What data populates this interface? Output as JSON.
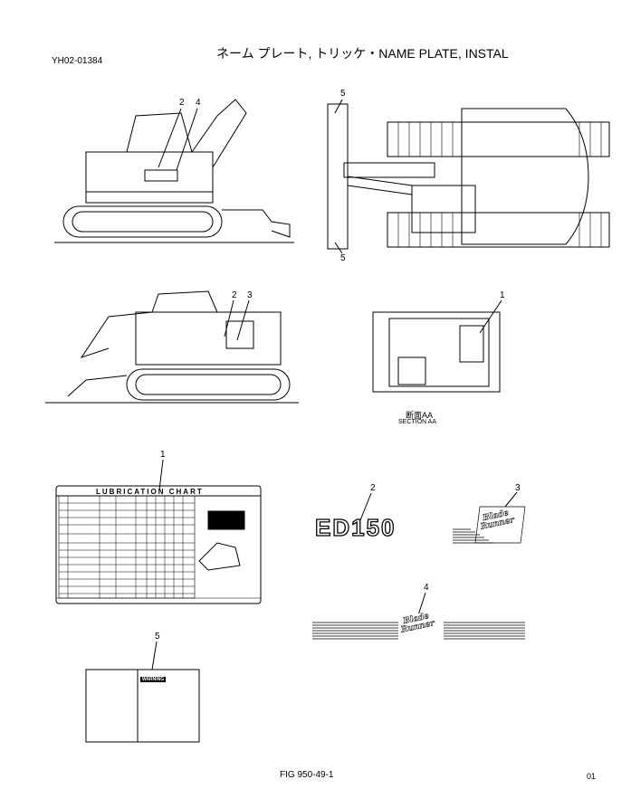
{
  "header": {
    "doc_id": "YH02-01384",
    "title": "ネーム プレート, トリッケ・NAME PLATE, INSTAL"
  },
  "callouts": {
    "c1a": "1",
    "c1b": "1",
    "c2a": "2",
    "c2b": "2",
    "c2c": "2",
    "c3a": "3",
    "c3b": "3",
    "c4a": "4",
    "c4b": "4",
    "c5a": "5",
    "c5b": "5",
    "c5c": "5"
  },
  "section": {
    "jp": "断面AA",
    "en": "SECTION AA"
  },
  "lubrication_chart": {
    "title": "LUBRICATION CHART"
  },
  "model_plate": {
    "text": "ED150"
  },
  "decal": {
    "line1": "Blade",
    "line2": "Runner"
  },
  "warning_label": {
    "text": "WARNING"
  },
  "footer": {
    "figure": "FIG 950-49-1",
    "page": "01"
  }
}
